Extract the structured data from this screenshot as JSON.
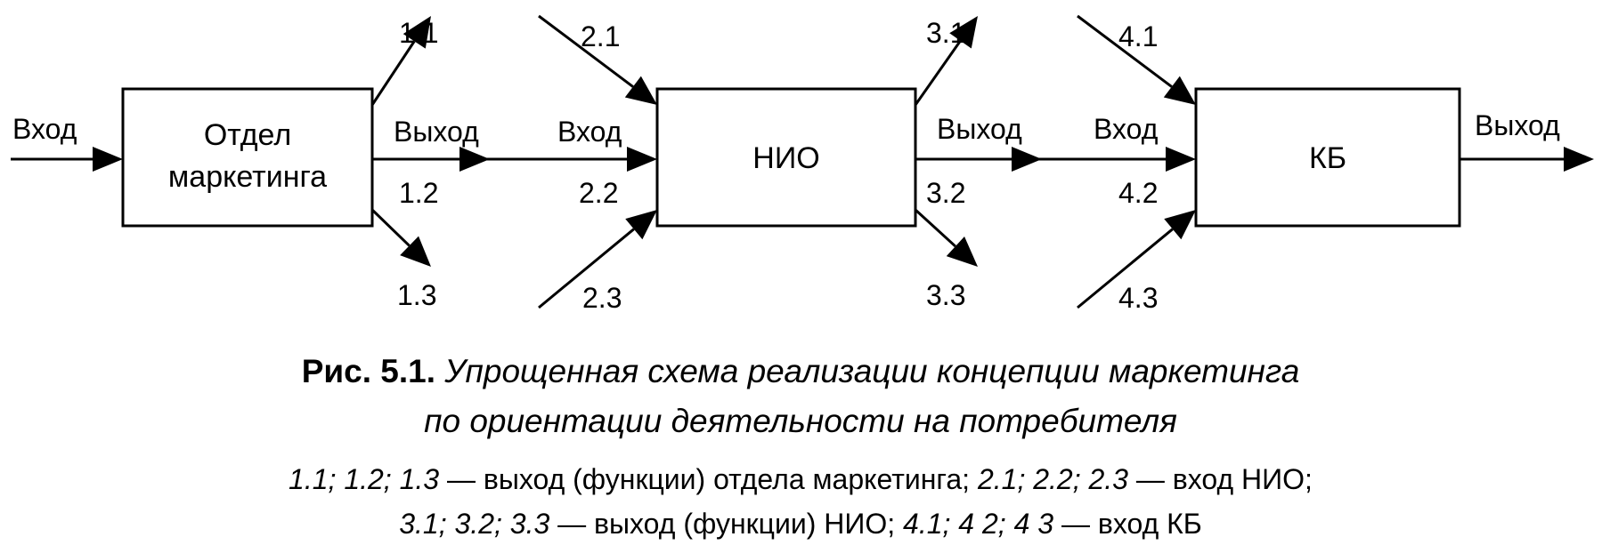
{
  "blocks": {
    "marketing": {
      "line1": "Отдел",
      "line2": "маркетинга"
    },
    "nio": {
      "label": "НИО"
    },
    "kb": {
      "label": "КБ"
    }
  },
  "flow_labels": {
    "input_main": "Вход",
    "output_marketing": "Выход",
    "input_nio": "Вход",
    "output_nio": "Выход",
    "input_kb": "Вход",
    "output_kb": "Выход"
  },
  "arrow_labels": {
    "a11": "1.1",
    "a12": "1.2",
    "a13": "1.3",
    "a21": "2.1",
    "a22": "2.2",
    "a23": "2.3",
    "a31": "3.1",
    "a32": "3.2",
    "a33": "3.3",
    "a41": "4.1",
    "a42": "4.2",
    "a43": "4.3"
  },
  "caption": {
    "prefix": "Рис. 5.1.",
    "title_line1": "Упрощенная схема реализации концепции маркетинга",
    "title_line2": "по ориентации деятельности на потребителя",
    "legend_line1": [
      {
        "text": "1.1; 1.2; 1.3",
        "italic": true
      },
      {
        "text": " — выход (функции) отдела маркетинга; ",
        "italic": false
      },
      {
        "text": "2.1; 2.2; 2.3",
        "italic": true
      },
      {
        "text": " — вход НИО;",
        "italic": false
      }
    ],
    "legend_line2": [
      {
        "text": "3.1; 3.2; 3.3",
        "italic": true
      },
      {
        "text": " — выход (функции) НИО; ",
        "italic": false
      },
      {
        "text": "4.1; 4 2; 4 3",
        "italic": true
      },
      {
        "text": " — вход КБ",
        "italic": false
      }
    ]
  }
}
